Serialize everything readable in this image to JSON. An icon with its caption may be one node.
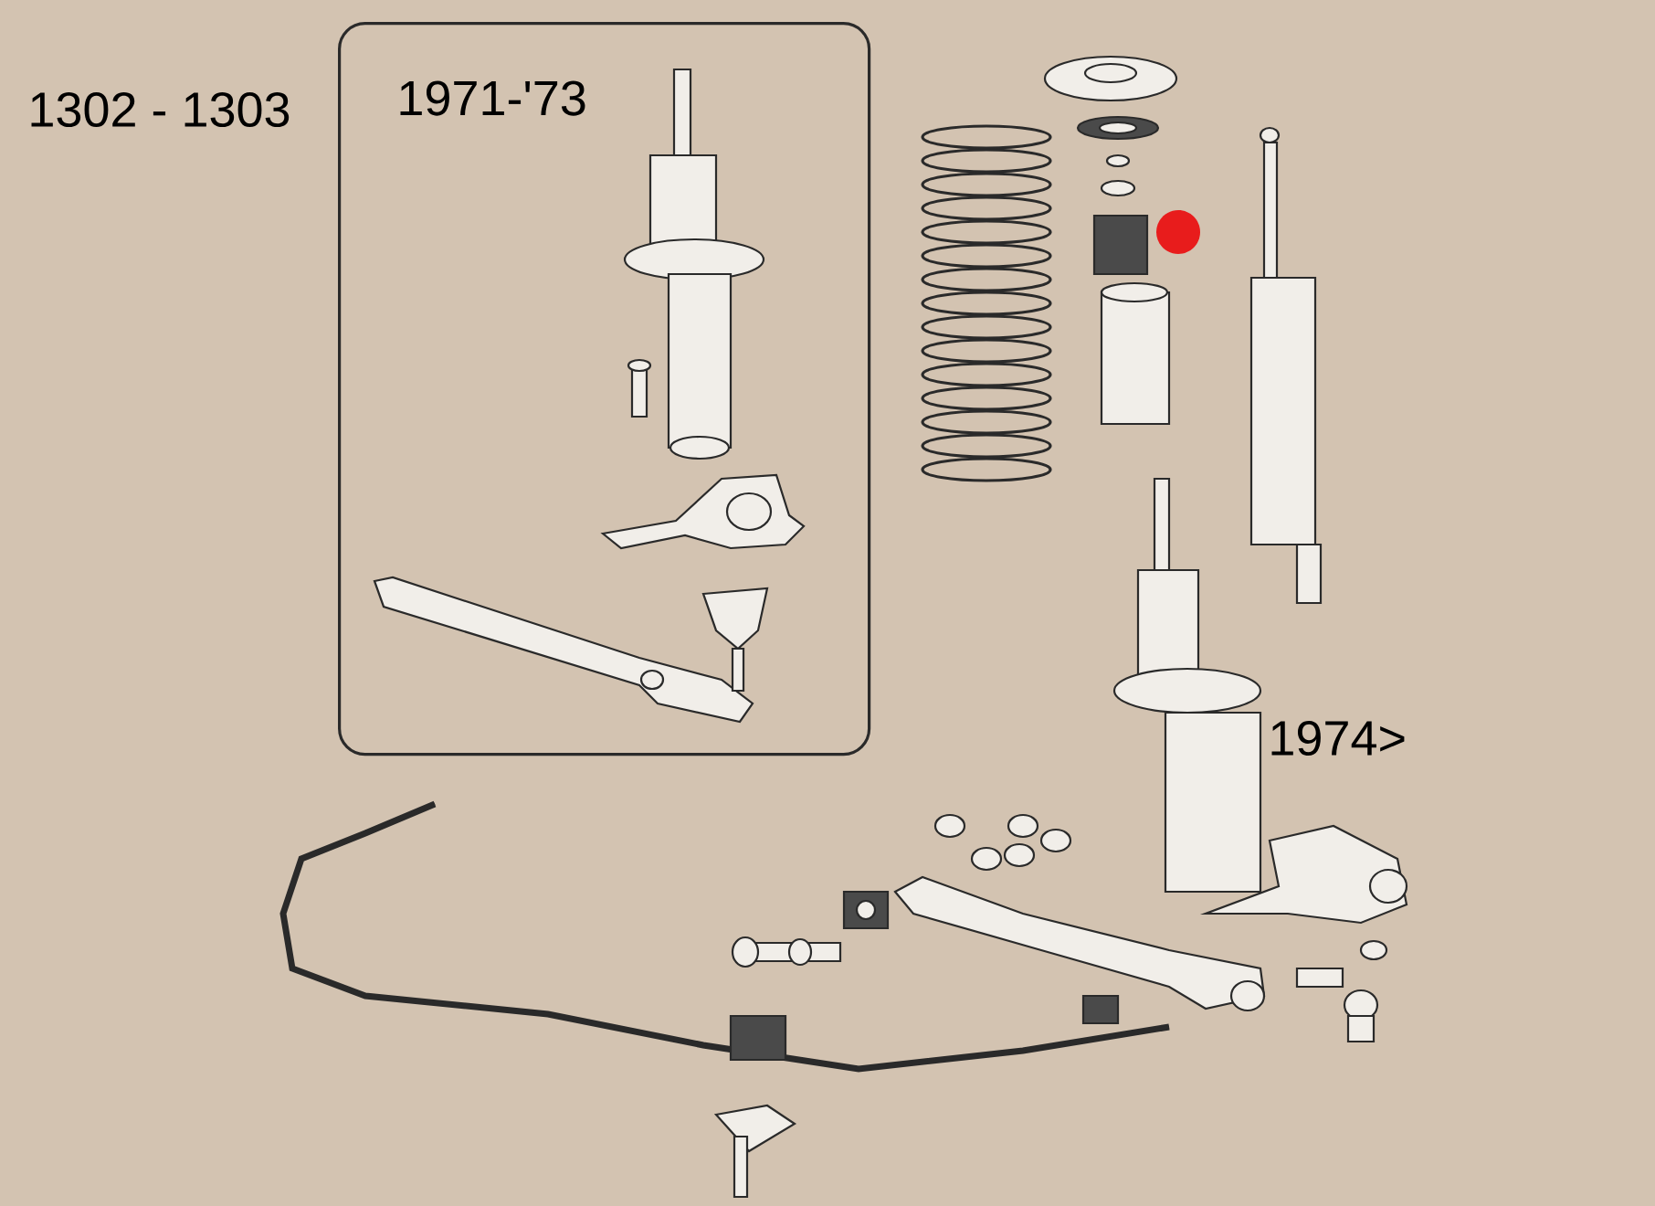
{
  "diagram": {
    "nodes": [
      {
        "text": [
          "1971-'73"
        ]
      }
    ],
    "labels": [
      "1302 - 1303",
      "1974>"
    ]
  }
}
